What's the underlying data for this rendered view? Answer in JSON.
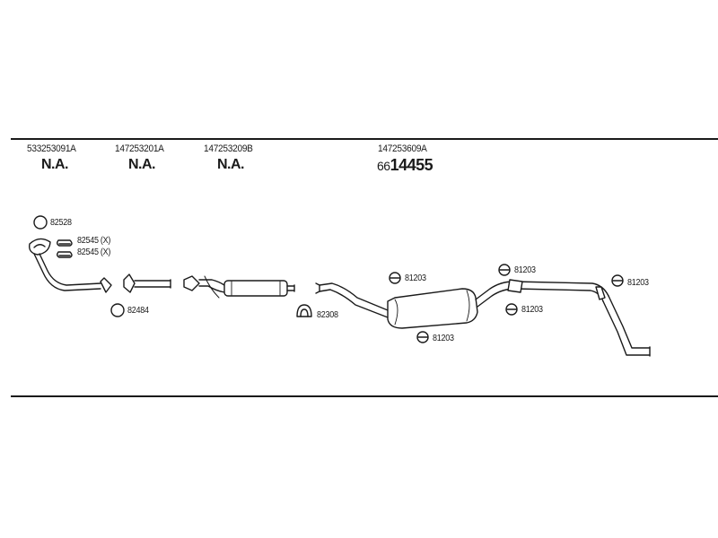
{
  "header": {
    "columns": [
      {
        "part_number": "533253091A",
        "status": "N.A."
      },
      {
        "part_number": "147253201A",
        "status": "N.A."
      },
      {
        "part_number": "147253209B",
        "status": "N.A."
      },
      {
        "part_number": "147253609A",
        "order_prefix": "66",
        "order_number": "14455"
      }
    ]
  },
  "callouts": {
    "c82528": "82528",
    "c82545_a": "82545 (X)",
    "c82545_b": "82545 (X)",
    "c82484": "82484",
    "c82308": "82308",
    "c81203_a": "81203",
    "c81203_b": "81203",
    "c81203_c": "81203",
    "c81203_d": "81203",
    "c81203_e": "81203"
  }
}
